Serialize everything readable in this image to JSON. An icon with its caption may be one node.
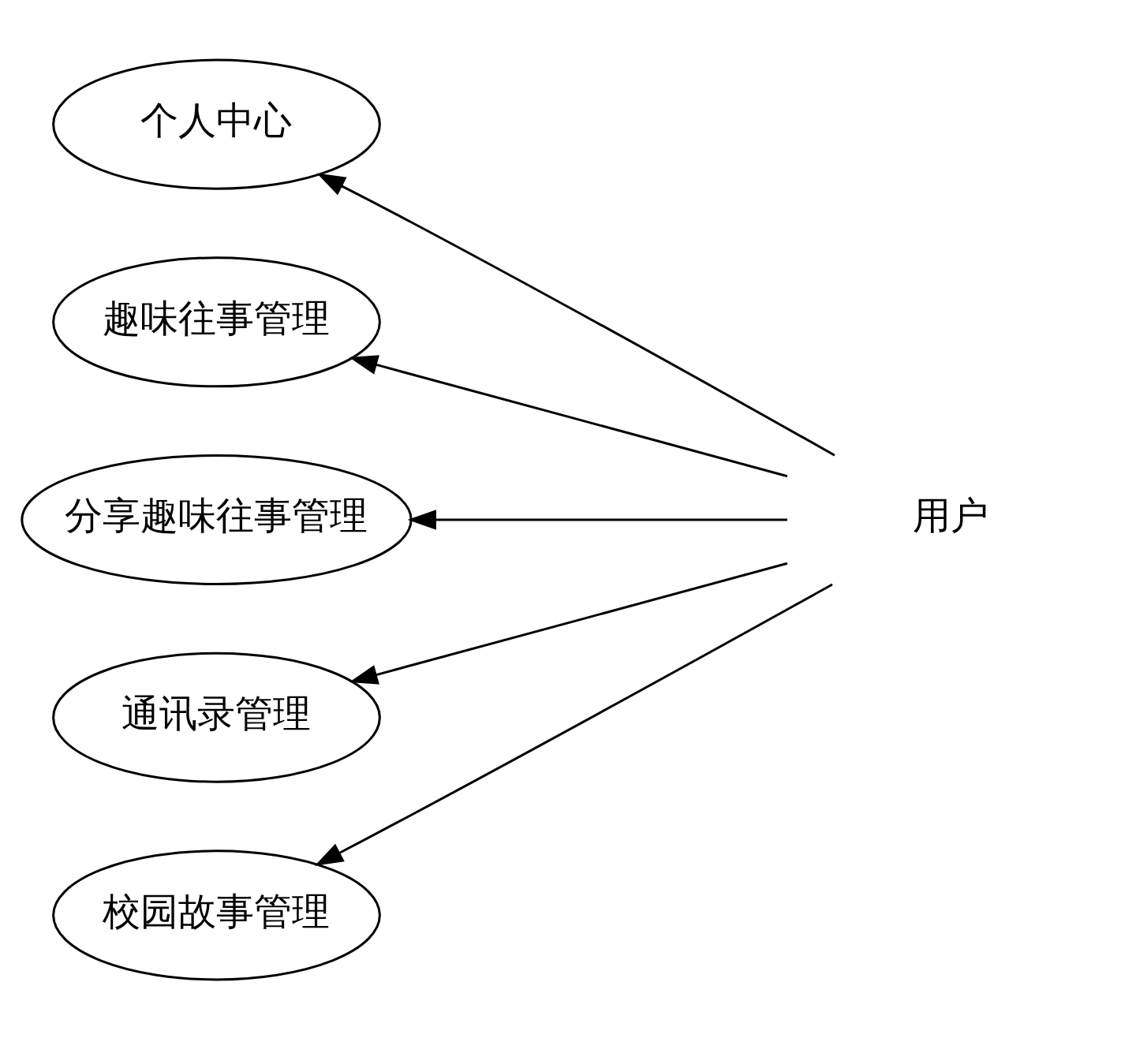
{
  "diagram": {
    "nodes": [
      {
        "text": [
          "个人中心"
        ]
      },
      {
        "text": [
          "趣味往事管理"
        ]
      },
      {
        "text": [
          "分享趣味往事管理"
        ]
      },
      {
        "text": [
          "通讯录管理"
        ]
      },
      {
        "text": [
          "校园故事管理"
        ]
      },
      {
        "text": [
          "用户"
        ]
      }
    ],
    "edges": [
      {
        "from": 5,
        "to": 0,
        "arrow": "to"
      },
      {
        "from": 5,
        "to": 1,
        "arrow": "to"
      },
      {
        "from": 5,
        "to": 2,
        "arrow": "to"
      },
      {
        "from": 5,
        "to": 3,
        "arrow": "to"
      },
      {
        "from": 5,
        "to": 4,
        "arrow": "to"
      }
    ]
  }
}
